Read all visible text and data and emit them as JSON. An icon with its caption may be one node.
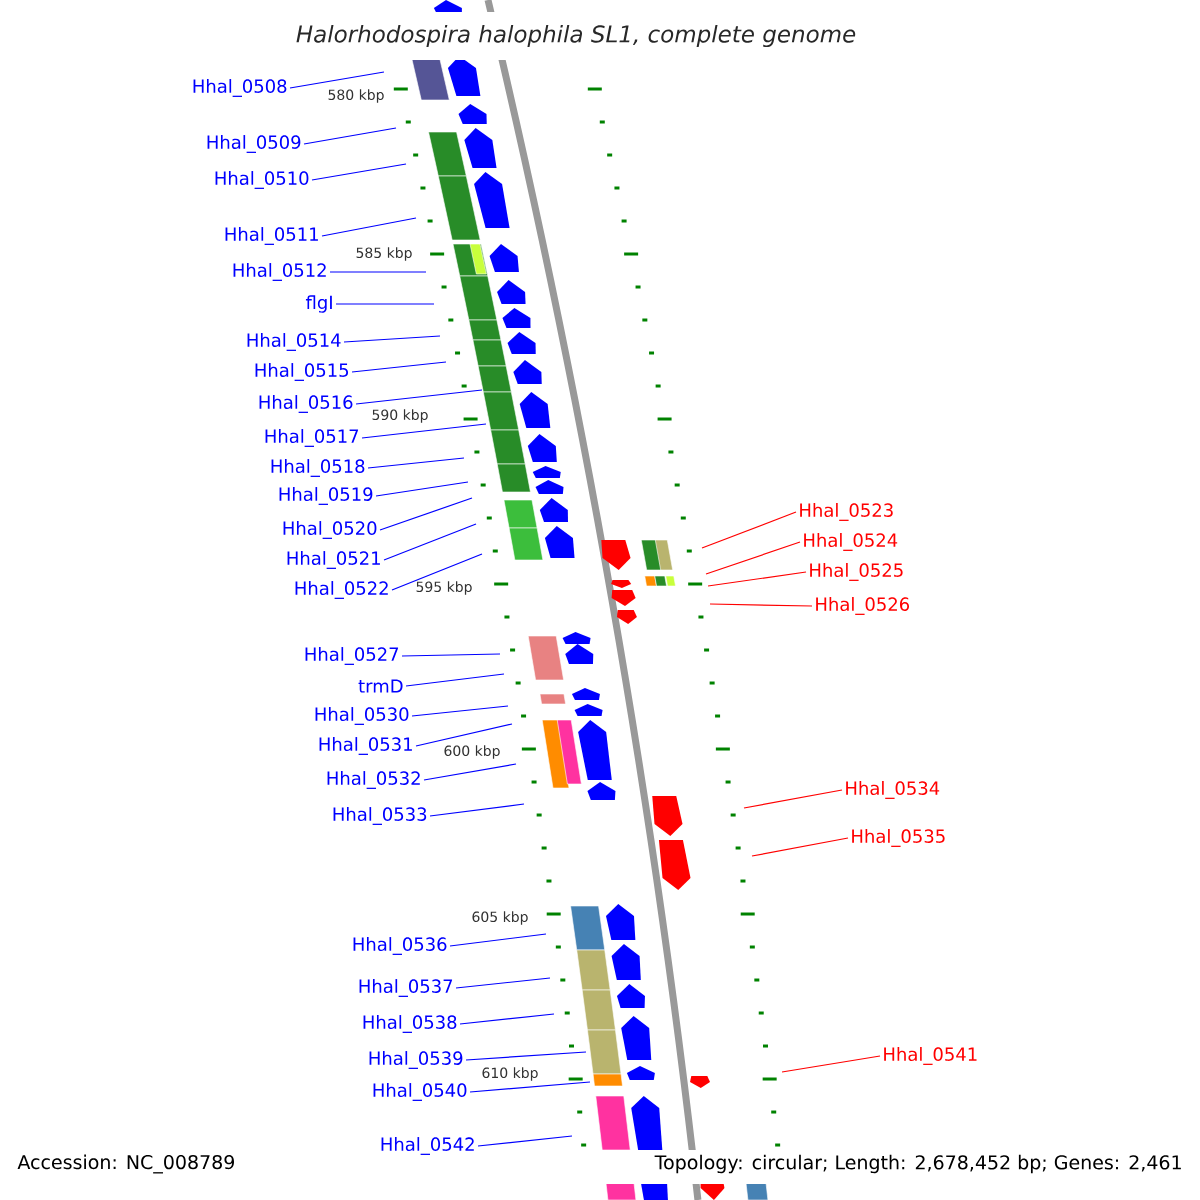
{
  "diagram": {
    "title": "*Halorhodospira halophila SL1, complete genome*",
    "nodes": [
      {
        "text": [
          "Hhal_0508"
        ]
      },
      {
        "text": [
          "Hhal_0509"
        ]
      },
      {
        "text": [
          "Hhal_0510"
        ]
      },
      {
        "text": [
          "Hhal_0511"
        ]
      },
      {
        "text": [
          "Hhal_0512"
        ]
      },
      {
        "text": [
          "flgI"
        ]
      },
      {
        "text": [
          "Hhal_0514"
        ]
      },
      {
        "text": [
          "Hhal_0515"
        ]
      },
      {
        "text": [
          "Hhal_0516"
        ]
      },
      {
        "text": [
          "Hhal_0517"
        ]
      },
      {
        "text": [
          "Hhal_0518"
        ]
      },
      {
        "text": [
          "Hhal_0519"
        ]
      },
      {
        "text": [
          "Hhal_0520"
        ]
      },
      {
        "text": [
          "Hhal_0521"
        ]
      },
      {
        "text": [
          "Hhal_0522"
        ]
      },
      {
        "text": [
          "Hhal_0527"
        ]
      },
      {
        "text": [
          "trmD"
        ]
      },
      {
        "text": [
          "Hhal_0530"
        ]
      },
      {
        "text": [
          "Hhal_0531"
        ]
      },
      {
        "text": [
          "Hhal_0532"
        ]
      },
      {
        "text": [
          "Hhal_0533"
        ]
      },
      {
        "text": [
          "Hhal_0536"
        ]
      },
      {
        "text": [
          "Hhal_0537"
        ]
      },
      {
        "text": [
          "Hhal_0538"
        ]
      },
      {
        "text": [
          "Hhal_0539"
        ]
      },
      {
        "text": [
          "Hhal_0540"
        ]
      },
      {
        "text": [
          "Hhal_0542"
        ]
      },
      {
        "text": [
          "Hhal_0523"
        ]
      },
      {
        "text": [
          "Hhal_0524"
        ]
      },
      {
        "text": [
          "Hhal_0525"
        ]
      },
      {
        "text": [
          "Hhal_0526"
        ]
      },
      {
        "text": [
          "Hhal_0534"
        ]
      },
      {
        "text": [
          "Hhal_0535"
        ]
      },
      {
        "text": [
          "Hhal_0541"
        ]
      }
    ],
    "edges": [
      {
        "from": 0,
        "to": null,
        "arrow": "none"
      },
      {
        "from": 1,
        "to": null,
        "arrow": "none"
      },
      {
        "from": 2,
        "to": null,
        "arrow": "none"
      },
      {
        "from": 3,
        "to": null,
        "arrow": "none"
      },
      {
        "from": 4,
        "to": null,
        "arrow": "none"
      },
      {
        "from": 5,
        "to": null,
        "arrow": "none"
      },
      {
        "from": 6,
        "to": null,
        "arrow": "none"
      },
      {
        "from": 7,
        "to": null,
        "arrow": "none"
      },
      {
        "from": 8,
        "to": null,
        "arrow": "none"
      },
      {
        "from": 9,
        "to": null,
        "arrow": "none"
      },
      {
        "from": 10,
        "to": null,
        "arrow": "none"
      },
      {
        "from": 11,
        "to": null,
        "arrow": "none"
      },
      {
        "from": 12,
        "to": null,
        "arrow": "none"
      },
      {
        "from": 13,
        "to": null,
        "arrow": "none"
      },
      {
        "from": 14,
        "to": null,
        "arrow": "none"
      },
      {
        "from": 15,
        "to": null,
        "arrow": "none"
      },
      {
        "from": 16,
        "to": null,
        "arrow": "none"
      },
      {
        "from": 17,
        "to": null,
        "arrow": "none"
      },
      {
        "from": 18,
        "to": null,
        "arrow": "none"
      },
      {
        "from": 19,
        "to": null,
        "arrow": "none"
      },
      {
        "from": 20,
        "to": null,
        "arrow": "none"
      },
      {
        "from": 21,
        "to": null,
        "arrow": "none"
      },
      {
        "from": 22,
        "to": null,
        "arrow": "none"
      },
      {
        "from": 23,
        "to": null,
        "arrow": "none"
      },
      {
        "from": 24,
        "to": null,
        "arrow": "none"
      },
      {
        "from": 25,
        "to": null,
        "arrow": "none"
      },
      {
        "from": 26,
        "to": null,
        "arrow": "none"
      },
      {
        "from": 27,
        "to": null,
        "arrow": "none",
        "color": "#ff0000"
      },
      {
        "from": 28,
        "to": null,
        "arrow": "none",
        "color": "#ff0000"
      },
      {
        "from": 29,
        "to": null,
        "arrow": "none",
        "color": "#ff0000"
      },
      {
        "from": 30,
        "to": null,
        "arrow": "none",
        "color": "#ff0000"
      },
      {
        "from": 31,
        "to": null,
        "arrow": "none",
        "color": "#ff0000"
      },
      {
        "from": 32,
        "to": null,
        "arrow": "none",
        "color": "#ff0000"
      },
      {
        "from": 33,
        "to": null,
        "arrow": "none",
        "color": "#ff0000"
      }
    ],
    "labels": [
      "580 kbp",
      "585 kbp",
      "590 kbp",
      "595 kbp",
      "600 kbp",
      "605 kbp",
      "610 kbp",
      "Accession: NC_008789",
      "Topology: circular; Length: 2,678,452 bp; Genes: 2,461"
    ]
  }
}
